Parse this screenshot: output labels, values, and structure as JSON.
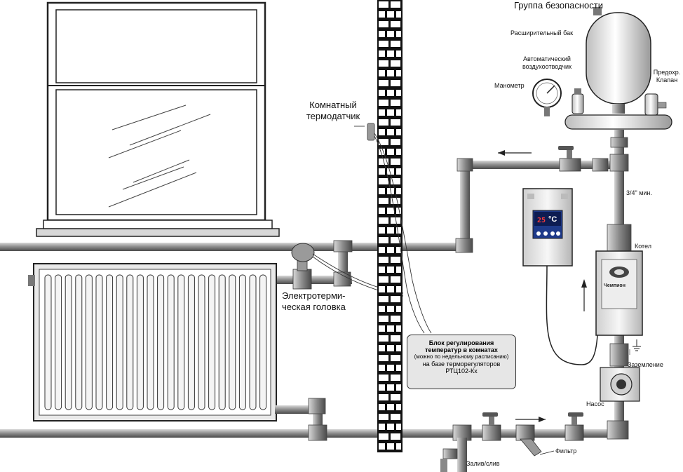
{
  "labels": {
    "safety_group": "Группа безопасности",
    "expansion_tank": "Расширительный бак",
    "air_vent_line1": "Автоматический",
    "air_vent_line2": "воздухоотводчик",
    "manometer": "Манометр",
    "relief_valve_line1": "Предохр.",
    "relief_valve_line2": "Клапан",
    "room_sensor_line1": "Комнатный",
    "room_sensor_line2": "термодатчик",
    "pipe_size": "3/4\" мин.",
    "boiler": "Котел",
    "electrothermal_line1": "Электротерми-",
    "electrothermal_line2": "ческая головка",
    "grounding": "Заземление",
    "pump": "Насос",
    "filter": "Фильтр",
    "fill_drain": "Залив/слив",
    "boiler_brand": "Чемпион",
    "display_value": "25",
    "display_unit": "°C"
  },
  "control_block": {
    "line1": "Блок регулирования",
    "line2": "температур в комнатах",
    "line3": "(можно по недельному расписанию)",
    "line4": "на базе терморегуляторов",
    "line5": "РТЦ102-Кх"
  },
  "colors": {
    "pipe": "#8a8a8a",
    "pipe_dark": "#555555",
    "outline": "#222222",
    "callout_fill": "#e6e6e6",
    "display_bg": "#1e3a8a",
    "brick_fill": "#ffffff"
  }
}
